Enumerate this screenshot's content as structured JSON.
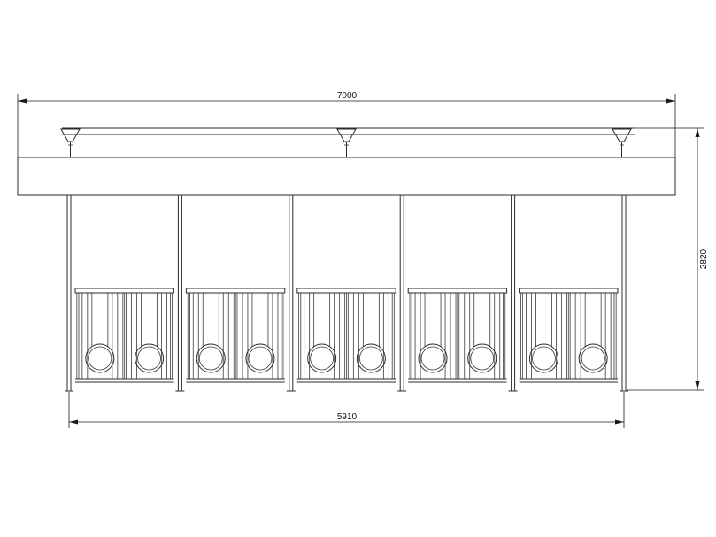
{
  "drawing": {
    "view": "front elevation",
    "bays": 5,
    "openings_per_bay": 2,
    "line_color": "#2b2b2b",
    "background_color": "#ffffff"
  },
  "dimensions": {
    "overall_width": "7000",
    "frame_width": "5910",
    "height": "2820"
  }
}
